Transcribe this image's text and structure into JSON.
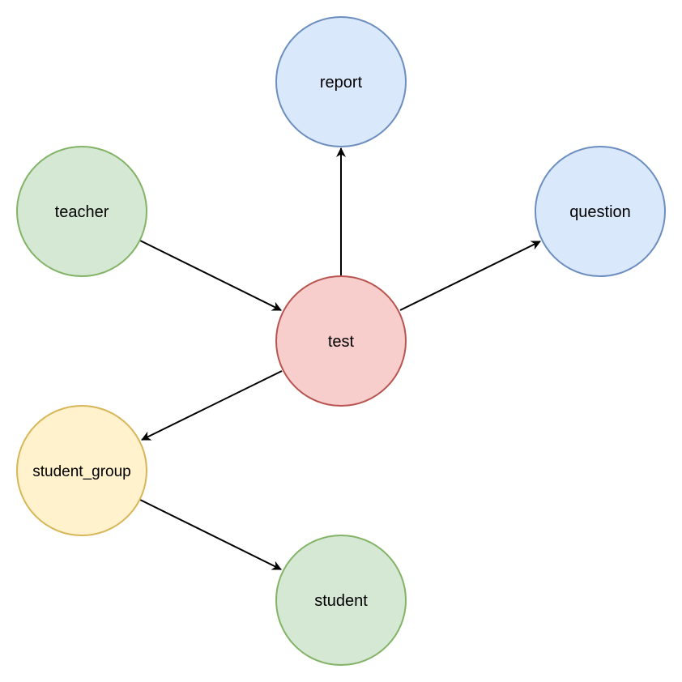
{
  "nodes": {
    "report": {
      "label": "report",
      "fill": "#dae8fc",
      "stroke": "#6c8ebf"
    },
    "teacher": {
      "label": "teacher",
      "fill": "#d5e8d4",
      "stroke": "#82b366"
    },
    "question": {
      "label": "question",
      "fill": "#dae8fc",
      "stroke": "#6c8ebf"
    },
    "test": {
      "label": "test",
      "fill": "#f8cecc",
      "stroke": "#b85450"
    },
    "student_group": {
      "label": "student_group",
      "fill": "#fff2cc",
      "stroke": "#d6b656"
    },
    "student": {
      "label": "student",
      "fill": "#d5e8d4",
      "stroke": "#82b366"
    }
  },
  "edges": [
    {
      "from": "teacher",
      "to": "test"
    },
    {
      "from": "test",
      "to": "report"
    },
    {
      "from": "test",
      "to": "question"
    },
    {
      "from": "test",
      "to": "student_group"
    },
    {
      "from": "student_group",
      "to": "student"
    }
  ],
  "colors": {
    "edge": "#000000"
  }
}
